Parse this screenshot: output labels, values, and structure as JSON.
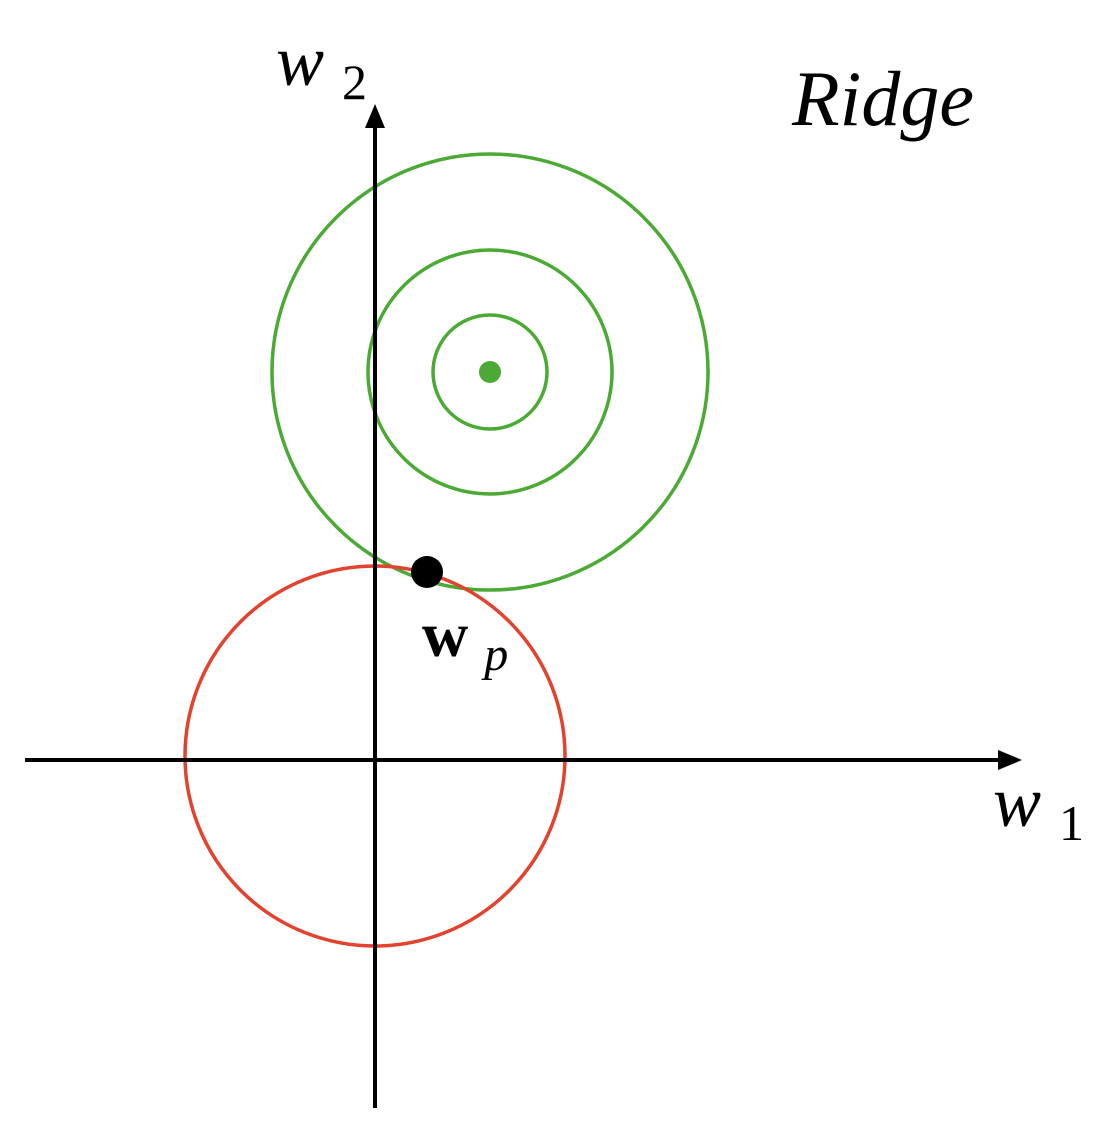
{
  "title": "Ridge",
  "axes": {
    "x_label_base": "w",
    "x_label_sub": "1",
    "y_label_base": "w",
    "y_label_sub": "2"
  },
  "point": {
    "label_base": "w",
    "label_sub": "p"
  },
  "colors": {
    "contour": "#4aaa33",
    "constraint": "#e2422e",
    "axis": "#000000",
    "point": "#000000"
  }
}
